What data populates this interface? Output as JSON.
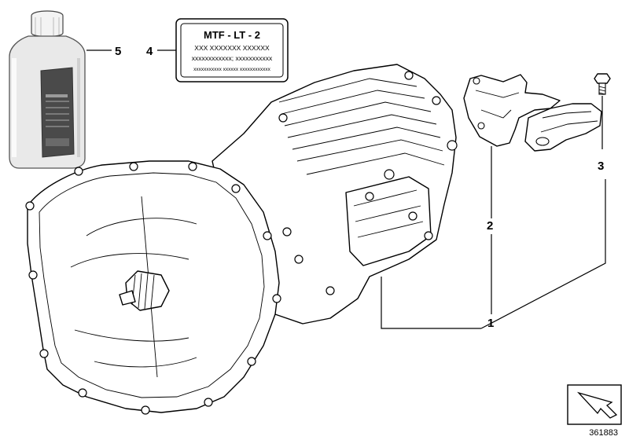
{
  "diagram": {
    "reference_number": "361883",
    "label": {
      "title": "MTF - LT - 2",
      "line1": "XXX XXXXXXX XXXXXX",
      "line2": "xxxxxxxxxxxx; xxxxxxxxxxx",
      "line3": "xxxxxxxxxxx xxxxxx xxxxxxxxxxxx"
    },
    "callouts": [
      "1",
      "2",
      "3",
      "4",
      "5"
    ],
    "colors": {
      "line": "#000000",
      "bottle_body": "#e9e9e9",
      "bottle_label": "#4a4a4a",
      "background": "#ffffff"
    },
    "icons": [
      "oil-bottle-icon",
      "transmission-icon",
      "mounting-bracket-icon",
      "hex-bolt-icon",
      "navigation-arrow-icon"
    ]
  }
}
